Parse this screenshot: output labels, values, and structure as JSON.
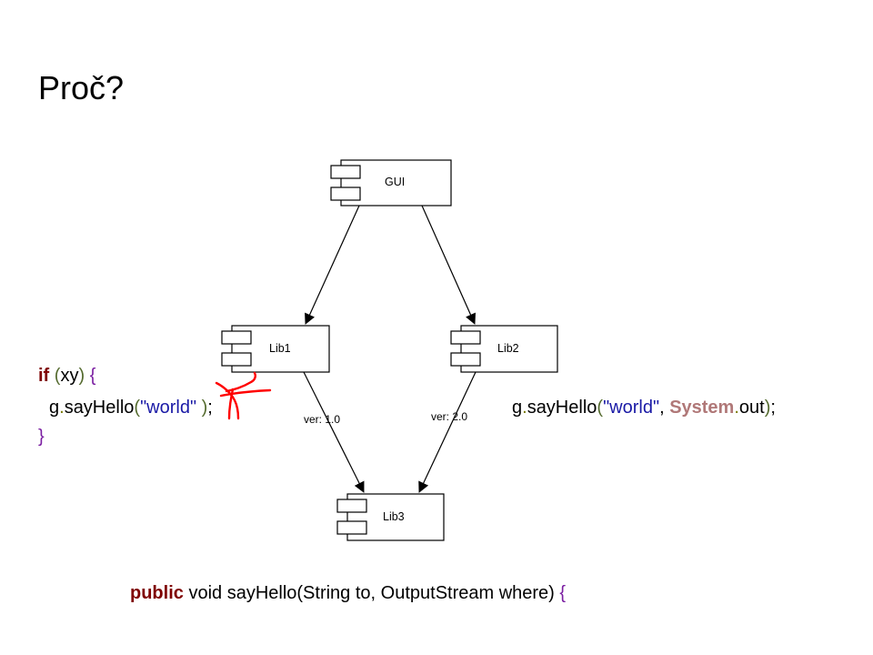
{
  "slide": {
    "title": "Proč?"
  },
  "diagram": {
    "components": {
      "gui": "GUI",
      "lib1": "Lib1",
      "lib2": "Lib2",
      "lib3": "Lib3"
    },
    "edges": {
      "lib1_lib3": "ver: 1.0",
      "lib2_lib3": "ver: 2.0"
    }
  },
  "code_left": {
    "line1": {
      "kw": "if",
      "open": "(",
      "cond": "xy",
      "close": ")",
      "brace": "{"
    },
    "line2": {
      "obj": "g",
      "dot": ".",
      "method": "sayHello",
      "open": "(",
      "arg": "\"world\"",
      "close": ")",
      "semi": ";"
    },
    "line3": {
      "brace": "}"
    }
  },
  "code_right": {
    "obj": "g",
    "dot": ".",
    "method": "sayHello",
    "open": "(",
    "arg1": "\"world\"",
    "comma": ", ",
    "cls": "System",
    "dot2": ".",
    "field": "out",
    "close": ")",
    "semi": ";"
  },
  "signature": {
    "kw": "public",
    "rest": " void sayHello(String to, OutputStream where) ",
    "brace": "{"
  },
  "colors": {
    "keyword": "#7f0000",
    "brace": "#7b1fa2",
    "string": "#1a1aa6",
    "class": "#b07878",
    "strike": "#ff0000"
  }
}
